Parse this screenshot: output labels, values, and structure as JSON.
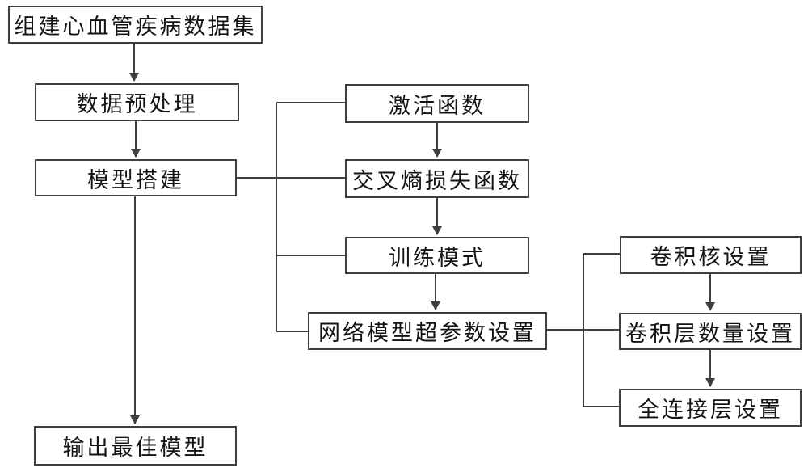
{
  "nodes": {
    "dataset": {
      "label": "组建心血管疾病数据集"
    },
    "preprocess": {
      "label": "数据预处理"
    },
    "model": {
      "label": "模型搭建"
    },
    "output": {
      "label": "输出最佳模型"
    },
    "activation": {
      "label": "激活函数"
    },
    "loss": {
      "label": "交叉熵损失函数"
    },
    "training": {
      "label": "训练模式"
    },
    "hyperparam": {
      "label": "网络模型超参数设置"
    },
    "kernel": {
      "label": "卷积核设置"
    },
    "convlayers": {
      "label": "卷积层数量设置"
    },
    "fc": {
      "label": "全连接层设置"
    }
  },
  "edges": [
    {
      "from": "dataset",
      "to": "preprocess",
      "arrow": true
    },
    {
      "from": "preprocess",
      "to": "model",
      "arrow": true
    },
    {
      "from": "model",
      "to": "output",
      "arrow": true
    },
    {
      "from": "model",
      "to": "activation",
      "arrow": false
    },
    {
      "from": "model",
      "to": "loss",
      "arrow": false
    },
    {
      "from": "model",
      "to": "training",
      "arrow": false
    },
    {
      "from": "model",
      "to": "hyperparam",
      "arrow": false
    },
    {
      "from": "activation",
      "to": "loss",
      "arrow": true
    },
    {
      "from": "loss",
      "to": "training",
      "arrow": true
    },
    {
      "from": "training",
      "to": "hyperparam",
      "arrow": true
    },
    {
      "from": "hyperparam",
      "to": "kernel",
      "arrow": false
    },
    {
      "from": "hyperparam",
      "to": "convlayers",
      "arrow": false
    },
    {
      "from": "hyperparam",
      "to": "fc",
      "arrow": false
    },
    {
      "from": "kernel",
      "to": "convlayers",
      "arrow": true
    },
    {
      "from": "convlayers",
      "to": "fc",
      "arrow": true
    }
  ],
  "colors": {
    "background": "#ffffff",
    "box_fill": "#ffffff",
    "box_border": "#3f3f3f",
    "line": "#3f3f3f",
    "text": "#141414"
  }
}
